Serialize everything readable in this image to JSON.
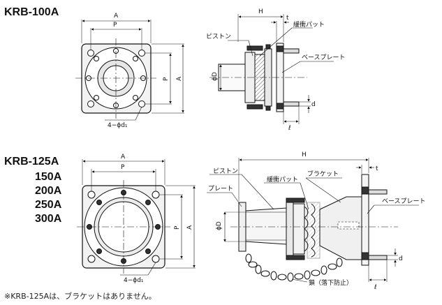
{
  "models": {
    "top": "KRB-100A",
    "bottom": [
      "KRB-125A",
      "150A",
      "200A",
      "250A",
      "300A"
    ]
  },
  "top_front": {
    "dim_A": "A",
    "dim_P": "P",
    "dim_P_v": "P",
    "dim_A_v": "A",
    "holes": "4−ϕd₁"
  },
  "top_side": {
    "dim_H": "H",
    "dim_t": "t",
    "piston": "ピストン",
    "buffer": "緩衝パット",
    "base_plate": "ベースプレート",
    "phiD": "ϕD",
    "d": "d",
    "l": "ℓ"
  },
  "bottom_front": {
    "dim_A": "A",
    "dim_P": "P",
    "dim_P_v": "P",
    "dim_A_v": "A",
    "holes": "4−ϕd₁"
  },
  "bottom_side": {
    "dim_H": "H",
    "dim_t": "t",
    "piston": "ピストン",
    "buffer": "緩衝パット",
    "bracket": "ブラケット",
    "plate": "プレート",
    "base_plate": "ベースプレート",
    "phiD": "ϕD",
    "d": "d",
    "l": "ℓ",
    "chain": "鎖（落下防止）"
  },
  "footnote": "※KRB-125Aは、ブラケットはありません。"
}
